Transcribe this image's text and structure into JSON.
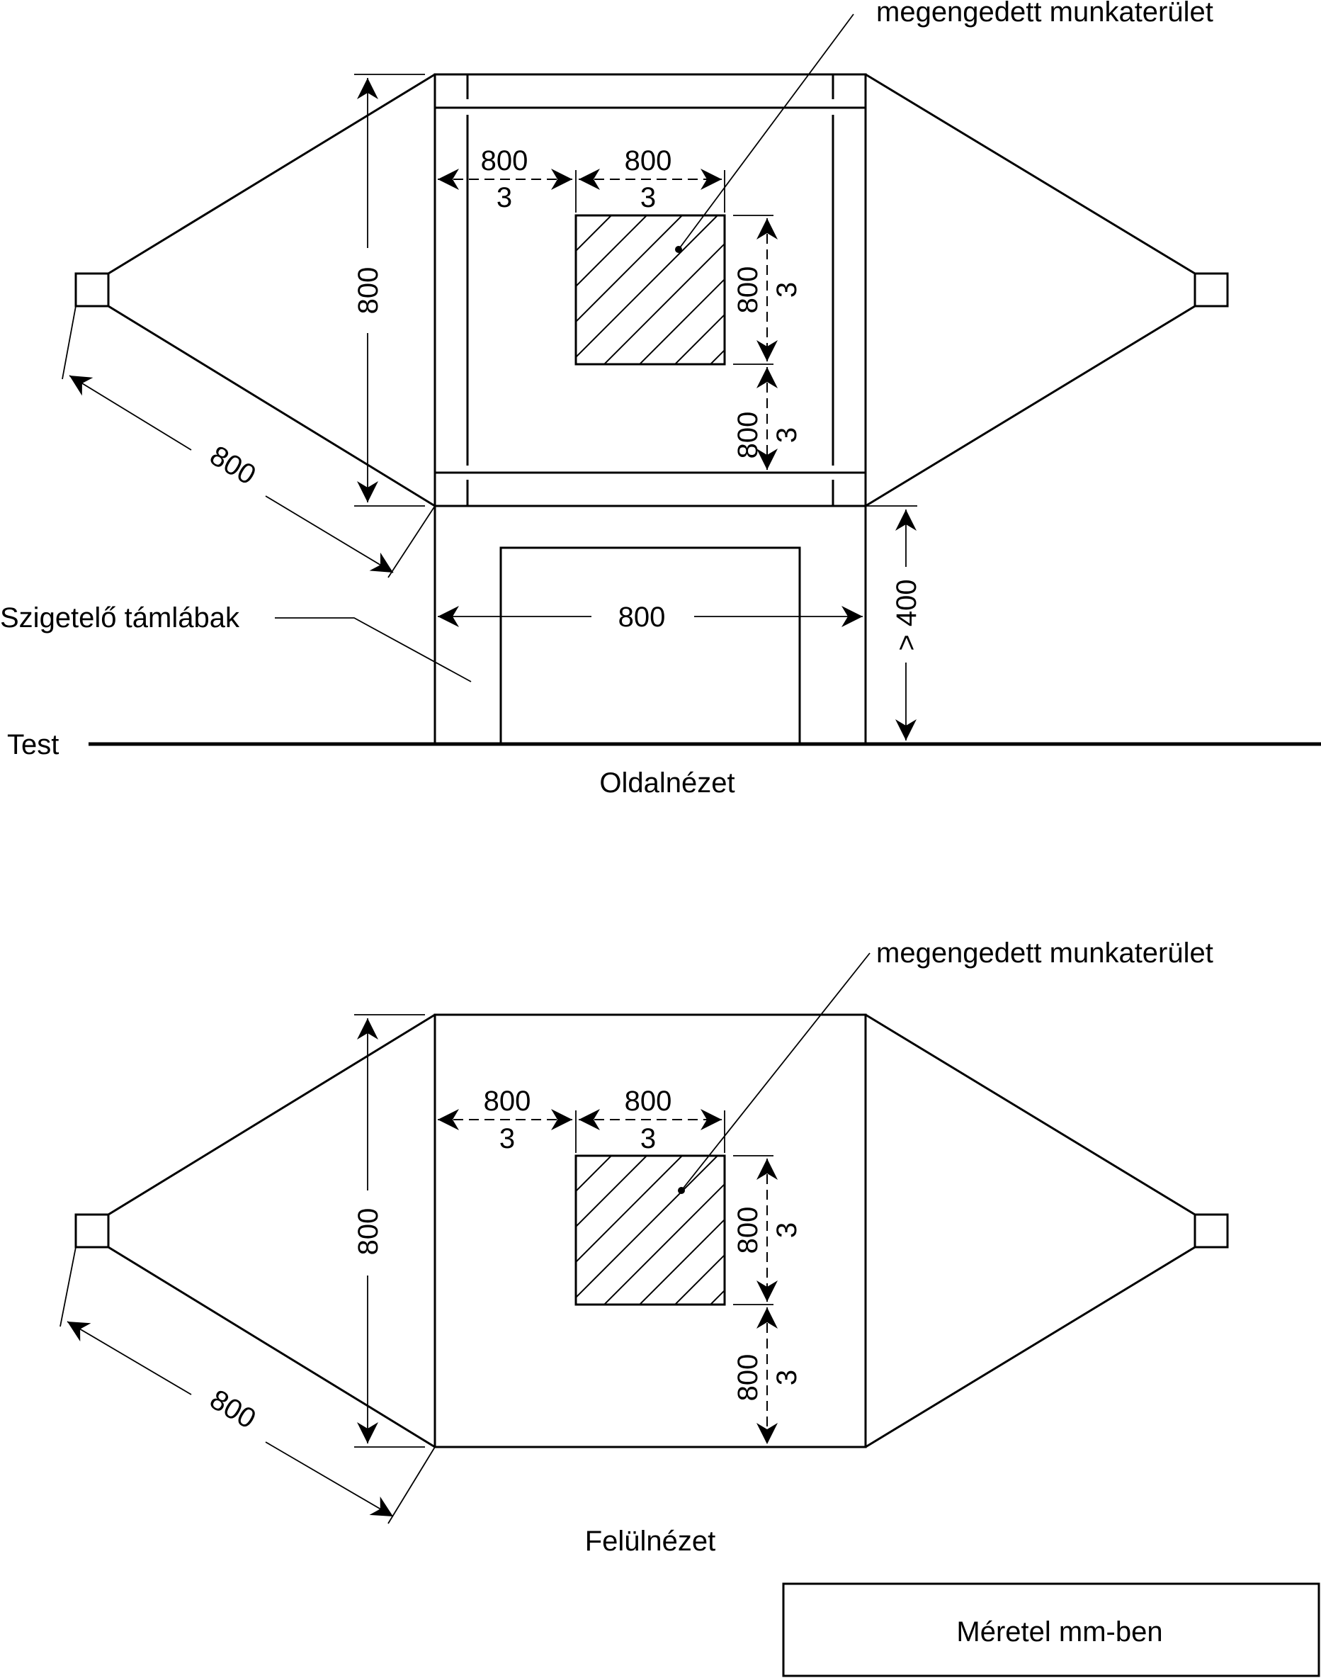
{
  "side_view": {
    "caption": "Oldalnézet",
    "work_area_label": "megengedett munkaterület",
    "support_label": "Szigetelő támlábak",
    "ground_label": "Test",
    "dims": {
      "height": "800",
      "diagonal": "800",
      "width": "800",
      "frac_num_1": "800",
      "frac_den_1": "3",
      "frac_num_2": "800",
      "frac_den_2": "3",
      "vfrac_num_1": "800",
      "vfrac_den_1": "3",
      "vfrac_num_2": "800",
      "vfrac_den_2": "3",
      "min_height": "> 400"
    }
  },
  "top_view": {
    "caption": "Felülnézet",
    "work_area_label": "megengedett munkaterület",
    "dims": {
      "height": "800",
      "diagonal": "800",
      "frac_num_1": "800",
      "frac_den_1": "3",
      "frac_num_2": "800",
      "frac_den_2": "3",
      "vfrac_num_1": "800",
      "vfrac_den_1": "3",
      "vfrac_num_2": "800",
      "vfrac_den_2": "3"
    }
  },
  "units_note": "Méretel mm-ben"
}
